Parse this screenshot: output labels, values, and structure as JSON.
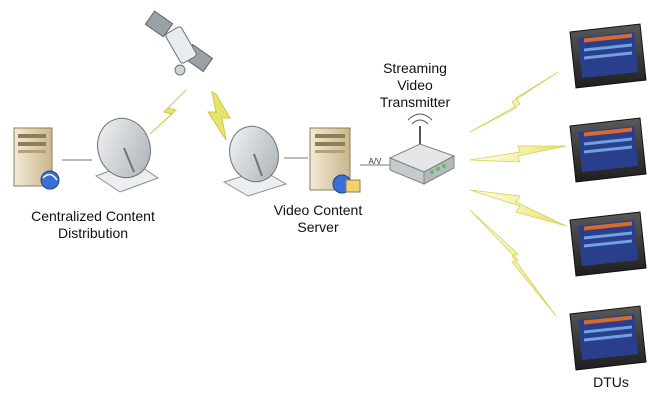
{
  "labels": {
    "central_line1": "Centralized Content",
    "central_line2": "Distribution",
    "server_line1": "Video Content",
    "server_line2": "Server",
    "transmitter_line1": "Streaming",
    "transmitter_line2": "Video",
    "transmitter_line3": "Transmitter",
    "av": "A/V",
    "dtus": "DTUs"
  },
  "colors": {
    "lightning": "#e8e36a",
    "dish": "#cfd3d6",
    "server": "#d8c9a3",
    "screen": "#2a3f8c"
  },
  "icons": [
    "satellite-icon",
    "dish-icon",
    "server-icon",
    "router-icon",
    "monitor-icon",
    "lightning-icon",
    "globe-icon"
  ]
}
